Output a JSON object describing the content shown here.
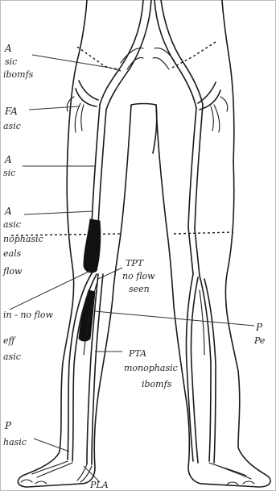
{
  "labels": {
    "l1a": "A",
    "l1b": "sic",
    "l1c": "ibomfs",
    "l2a": "FA",
    "l2b": "asic",
    "l3a": "A",
    "l3b": "sic",
    "l4a": "A",
    "l4b": "asic",
    "l4c": "nophasic",
    "l4d": "eals",
    "l4e": "flow",
    "l5": "in - no flow",
    "l6a": "eff",
    "l6b": "asic",
    "l7a": "P",
    "l7b": "hasic",
    "r1a": "TPT",
    "r1b": "no flow",
    "r1c": "seen",
    "r2a": "P",
    "r2b": "Pe",
    "r3a": "PTA",
    "r3b": "monophasic",
    "r3c": "ibomfs",
    "b1": "PLA"
  },
  "colors": {
    "ink": "#1a1a1a",
    "occlusion": "#111111",
    "paper": "#ffffff"
  }
}
